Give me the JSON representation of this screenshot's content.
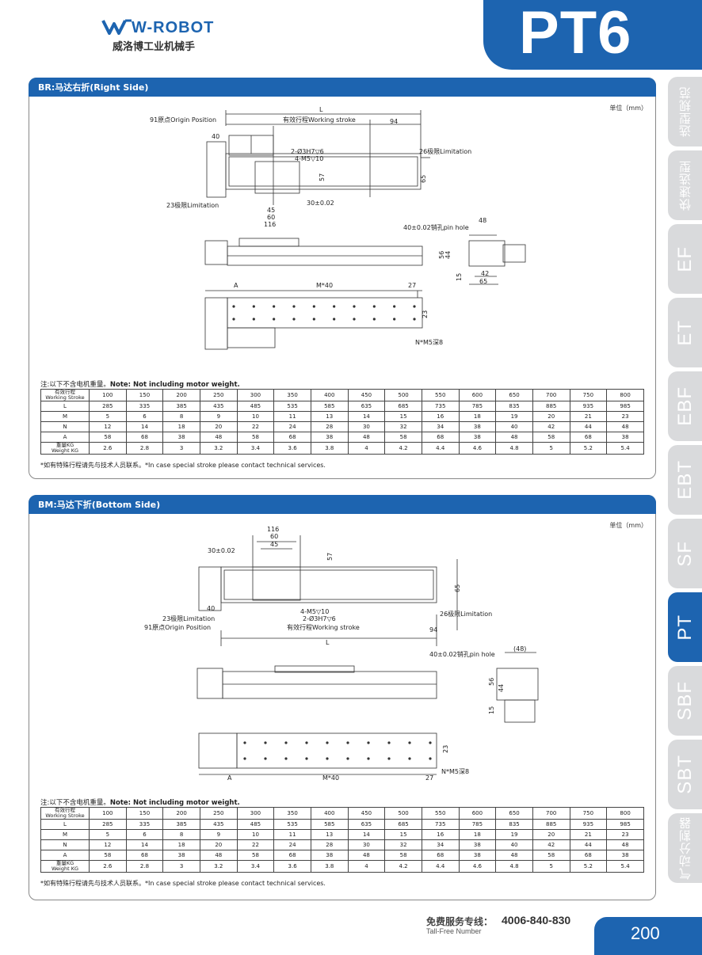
{
  "header": {
    "logo_text": "W-ROBOT",
    "logo_subtitle": "威洛博工业机械手",
    "model": "PT6"
  },
  "tabs": [
    {
      "label": "选型规范",
      "active": false,
      "cn": true
    },
    {
      "label": "快速选型",
      "active": false,
      "cn": true
    },
    {
      "label": "EF",
      "active": false,
      "cn": false
    },
    {
      "label": "ET",
      "active": false,
      "cn": false
    },
    {
      "label": "EBF",
      "active": false,
      "cn": false
    },
    {
      "label": "EBT",
      "active": false,
      "cn": false
    },
    {
      "label": "SF",
      "active": false,
      "cn": false
    },
    {
      "label": "PT",
      "active": true,
      "cn": false
    },
    {
      "label": "SBF",
      "active": false,
      "cn": false
    },
    {
      "label": "SBT",
      "active": false,
      "cn": false
    },
    {
      "label": "气动分割器",
      "active": false,
      "cn": true
    }
  ],
  "panels": [
    {
      "title": "BR:马达右折(Right Side)",
      "unit": "单位（mm）",
      "labels": {
        "L": "L",
        "origin": "91原点Origin Position",
        "stroke": "有效行程Working stroke",
        "d94": "94",
        "d40": "40",
        "pin": "2-Ø3H7▽6",
        "m5": "4-M5▽10",
        "lim26": "26极限Limitation",
        "d57": "57",
        "d65": "65",
        "lim23": "23极限Limitation",
        "d30": "30±0.02",
        "d45": "45",
        "d60": "60",
        "d116": "116",
        "pinhole": "40±0.02销孔pin hole",
        "d48": "48",
        "d56": "56",
        "d44": "44",
        "d15": "15",
        "d42": "42",
        "d65b": "65",
        "A": "A",
        "M40": "M*40",
        "d27": "27",
        "d23": "23",
        "nm5": "N*M5深8"
      },
      "note_cn": "注:以下不含电机重量。",
      "note_en": "Note: Not including motor weight.",
      "footer": "*如有特殊行程请先与技术人员联系。*In case special stroke please contact technical services."
    },
    {
      "title": "BM:马达下折(Bottom Side)",
      "unit": "单位（mm）",
      "labels": {
        "d116": "116",
        "d60": "60",
        "d45": "45",
        "d30": "30±0.02",
        "d57": "57",
        "d65": "65",
        "d40": "40",
        "m5": "4-M5▽10",
        "pin": "2-Ø3H7▽6",
        "lim23": "23极限Limitation",
        "lim26": "26极限Limitation",
        "origin": "91原点Origin Position",
        "stroke": "有效行程Working stroke",
        "d94": "94",
        "L": "L",
        "pinhole": "40±0.02销孔pin hole",
        "d48": "(48)",
        "d56": "56",
        "d44": "44",
        "d15": "15",
        "A": "A",
        "M40": "M*40",
        "d27": "27",
        "d23": "23",
        "nm5": "N*M5深8"
      },
      "note_cn": "注:以下不含电机重量。",
      "note_en": "Note: Not including motor weight.",
      "footer": "*如有特殊行程请先与技术人员联系。*In case special stroke please contact technical services."
    }
  ],
  "spec_table": {
    "rows": [
      {
        "label_cn": "有效行程",
        "label_en": "Working Stroke",
        "values": [
          "100",
          "150",
          "200",
          "250",
          "300",
          "350",
          "400",
          "450",
          "500",
          "550",
          "600",
          "650",
          "700",
          "750",
          "800"
        ]
      },
      {
        "label_cn": "",
        "label_en": "L",
        "values": [
          "285",
          "335",
          "385",
          "435",
          "485",
          "535",
          "585",
          "635",
          "685",
          "735",
          "785",
          "835",
          "885",
          "935",
          "985"
        ]
      },
      {
        "label_cn": "",
        "label_en": "M",
        "values": [
          "5",
          "6",
          "8",
          "9",
          "10",
          "11",
          "13",
          "14",
          "15",
          "16",
          "18",
          "19",
          "20",
          "21",
          "23"
        ]
      },
      {
        "label_cn": "",
        "label_en": "N",
        "values": [
          "12",
          "14",
          "18",
          "20",
          "22",
          "24",
          "28",
          "30",
          "32",
          "34",
          "38",
          "40",
          "42",
          "44",
          "48"
        ]
      },
      {
        "label_cn": "",
        "label_en": "A",
        "values": [
          "58",
          "68",
          "38",
          "48",
          "58",
          "68",
          "38",
          "48",
          "58",
          "68",
          "38",
          "48",
          "58",
          "68",
          "38"
        ]
      },
      {
        "label_cn": "重量KG",
        "label_en": "Weight KG",
        "values": [
          "2.6",
          "2.8",
          "3",
          "3.2",
          "3.4",
          "3.6",
          "3.8",
          "4",
          "4.2",
          "4.4",
          "4.6",
          "4.8",
          "5",
          "5.2",
          "5.4"
        ]
      }
    ]
  },
  "footer": {
    "hotline_label": "免费服务专线：",
    "hotline_number": "4006-840-830",
    "hotline_sub": "Tall-Free Number",
    "page_number": "200"
  }
}
